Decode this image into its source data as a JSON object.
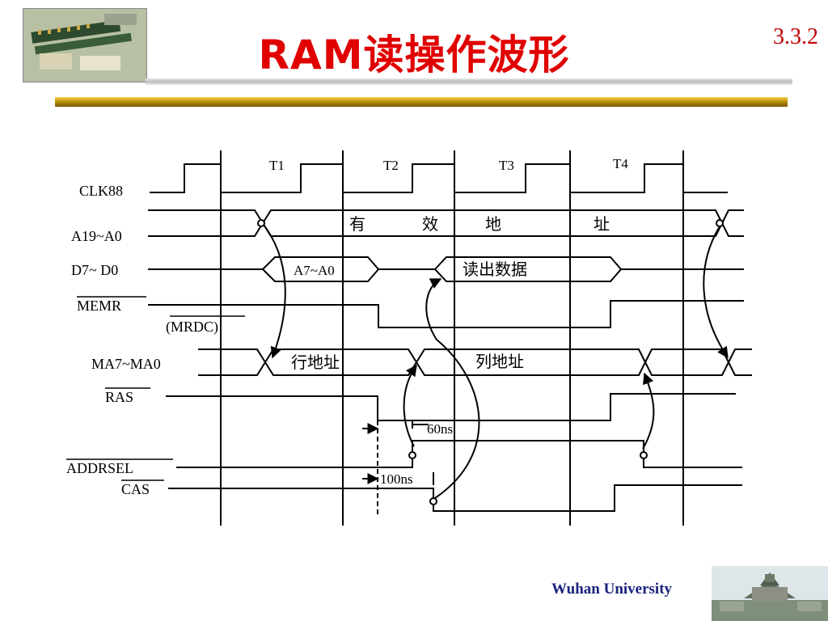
{
  "slide": {
    "title": "RAM读操作波形",
    "section_number": "3.3.2",
    "footer_text": "Wuhan University"
  },
  "timing": {
    "periods": [
      "T1",
      "T2",
      "T3",
      "T4"
    ],
    "signals": {
      "clk": "CLK88",
      "addr": "A19~A0",
      "data": "D7~ D0",
      "memr": "MEMR",
      "mrdc": "(MRDC)",
      "ma": "MA7~MA0",
      "ras": "RAS",
      "addrsel": "ADDRSEL",
      "cas": "CAS"
    },
    "labels": {
      "valid_addr": [
        "有",
        "效",
        "地",
        "址"
      ],
      "data_a": "A7~A0",
      "read_out": "读出数据",
      "row_addr": "行地址",
      "col_addr": "列地址",
      "t60": "60ns",
      "t100": "100ns"
    }
  },
  "colors": {
    "title": "#e00000",
    "section": "#c00000",
    "rule_gold": "#b58c00",
    "footer": "#1a237e"
  }
}
